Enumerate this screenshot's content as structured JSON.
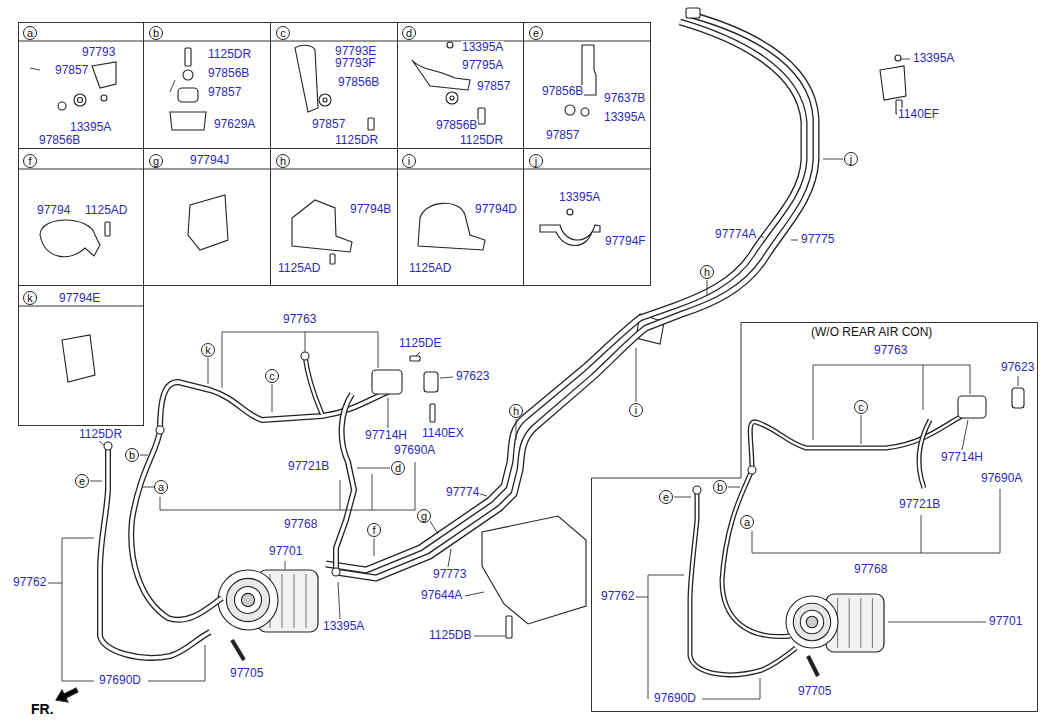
{
  "diagram": {
    "nodes": [
      {
        "text": [
          "a",
          "97793",
          "97857",
          "13395A",
          "97856B"
        ]
      },
      {
        "text": [
          "b",
          "1125DR",
          "97856B",
          "97857",
          "97629A"
        ]
      },
      {
        "text": [
          "c",
          "97793E",
          "97793F",
          "97856B",
          "97857",
          "1125DR"
        ]
      },
      {
        "text": [
          "d",
          "13395A",
          "97795A",
          "97857",
          "97856B",
          "1125DR"
        ]
      },
      {
        "text": [
          "e",
          "97856B",
          "97637B",
          "13395A",
          "97857"
        ]
      },
      {
        "text": [
          "f",
          "97794",
          "1125AD"
        ]
      },
      {
        "text": [
          "g",
          "97794J"
        ]
      },
      {
        "text": [
          "h",
          "97794B",
          "1125AD"
        ]
      },
      {
        "text": [
          "i",
          "97794D",
          "1125AD"
        ]
      },
      {
        "text": [
          "j",
          "13395A",
          "97794F"
        ]
      },
      {
        "text": [
          "k",
          "97794E"
        ]
      },
      {
        "text": [
          "(W/O REAR AIR CON)"
        ]
      }
    ],
    "labels": [
      "13395A",
      "1140EF",
      "j",
      "97774A",
      "97775",
      "h",
      "97763",
      "1125DE",
      "97623",
      "k",
      "c",
      "97714H",
      "1140EX",
      "97690A",
      "97721B",
      "d",
      "i",
      "h",
      "1125DR",
      "e",
      "b",
      "a",
      "97768",
      "97774",
      "g",
      "f",
      "97701",
      "97762",
      "97773",
      "97644A",
      "13395A",
      "1125DB",
      "97690D",
      "97705",
      "FR.",
      "97763",
      "c",
      "97623",
      "97714H",
      "97690A",
      "97721B",
      "e",
      "b",
      "a",
      "97768",
      "97762",
      "97701",
      "97705",
      "97690D"
    ]
  }
}
